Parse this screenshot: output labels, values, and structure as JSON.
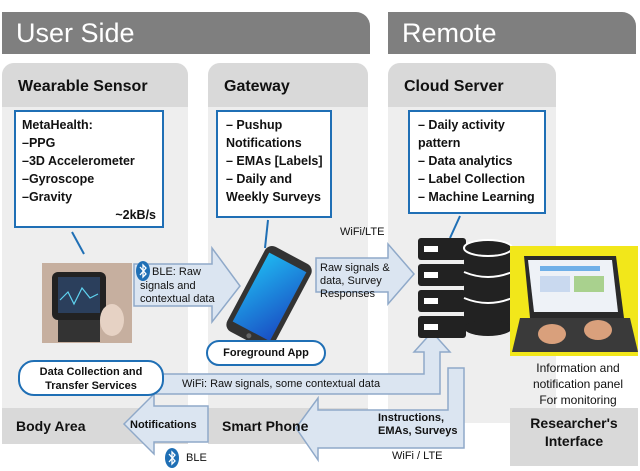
{
  "headers": {
    "user_side": "User Side",
    "remote": "Remote"
  },
  "columns": {
    "wearable": {
      "title": "Wearable Sensor",
      "box_heading": "MetaHealth:",
      "items": [
        "PPG",
        "3D Accelerometer",
        "Gyroscope",
        "Gravity"
      ],
      "rate": "~2kB/s"
    },
    "gateway": {
      "title": "Gateway",
      "items": [
        "Pushup Notifications",
        "EMAs [Labels]",
        "Daily and Weekly Surveys"
      ],
      "items_lines": [
        "– Pushup",
        "Notifications",
        "– EMAs [Labels]",
        "– Daily and",
        "Weekly Surveys"
      ]
    },
    "cloud": {
      "title": "Cloud Server",
      "items_lines": [
        "– Daily activity",
        "pattern",
        "– Data analytics",
        "– Label Collection",
        "– Machine Learning"
      ]
    }
  },
  "arrows": {
    "ble_raw": [
      "BLE: Raw",
      "signals and",
      "contextual data"
    ],
    "raw_survey": [
      "Raw signals &",
      "data, Survey",
      "Responses"
    ],
    "wifi_lte_top": "WiFi/LTE",
    "wifi_raw": "WiFi: Raw signals, some contextual data",
    "instructions": [
      "Instructions,",
      "EMAs, Surveys"
    ],
    "wifi_lte_bottom": "WiFi / LTE",
    "notifications": "Notifications",
    "ble_bottom": "BLE"
  },
  "labels": {
    "foreground_app": "Foreground App",
    "data_collection": [
      "Data Collection and",
      "Transfer Services"
    ],
    "info_panel": [
      "Information and",
      "notification panel",
      "For monitoring"
    ]
  },
  "bottom": {
    "body_area": "Body Area",
    "smart_phone": "Smart Phone",
    "researcher": [
      "Researcher's",
      "Interface"
    ]
  },
  "colors": {
    "accent": "#1f6fb5",
    "arrow_fill": "#dbe5f1",
    "arrow_stroke": "#8fa9c9",
    "header": "#7f7f7f",
    "panel": "#eeeeee",
    "tab": "#d9d9d9"
  }
}
